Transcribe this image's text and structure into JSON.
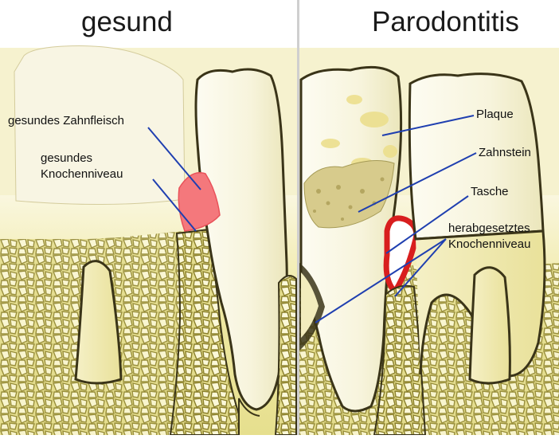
{
  "panels": {
    "left": {
      "title": "gesund"
    },
    "right": {
      "title": "Parodontitis"
    }
  },
  "labels": {
    "healthy_gum": "gesundes Zahnfleisch",
    "healthy_bone_line1": "gesundes",
    "healthy_bone_line2": "Knochenniveau",
    "plaque": "Plaque",
    "tartar": "Zahnstein",
    "pocket": "Tasche",
    "reduced_bone_line1": "herabgesetztes",
    "reduced_bone_line2": "Knochenniveau"
  },
  "colors": {
    "leader_line": "#1f3fb0",
    "tooth": "#faf8e6",
    "bone": "#ece7a0",
    "bone_cell": "#d9cf6f",
    "gum_healthy": "#f06b72",
    "gum_inflamed": "#d81e1e",
    "tartar": "#d6c98a"
  }
}
